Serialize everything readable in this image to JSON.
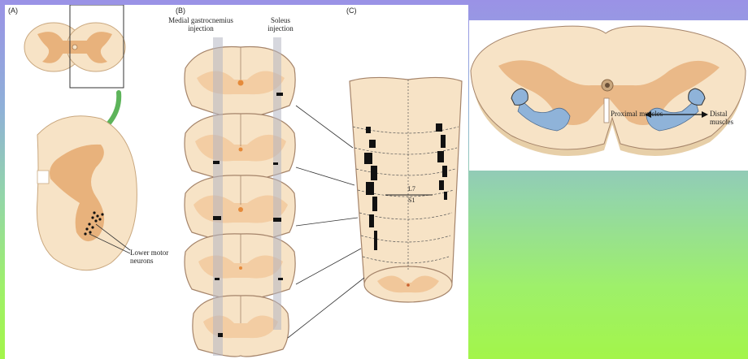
{
  "figure": {
    "panels": {
      "a": "(A)",
      "b": "(B)",
      "c": "(C)"
    },
    "panel_a": {
      "callout": "Lower motor neurons"
    },
    "panel_b": {
      "left_heading": "Medial gastrocnemius injection",
      "right_heading": "Soleus injection"
    },
    "panel_c": {
      "segment_upper": "L7",
      "segment_lower": "S1"
    }
  },
  "right_figure": {
    "proximal": "Proximal muscles",
    "distal": "Distal muscles"
  },
  "colors": {
    "tissue": "#f7e3c6",
    "grey_matter": "#e8b27c",
    "injection_band": "#b4b6c2",
    "arm_blue": "#8fb3d9"
  }
}
